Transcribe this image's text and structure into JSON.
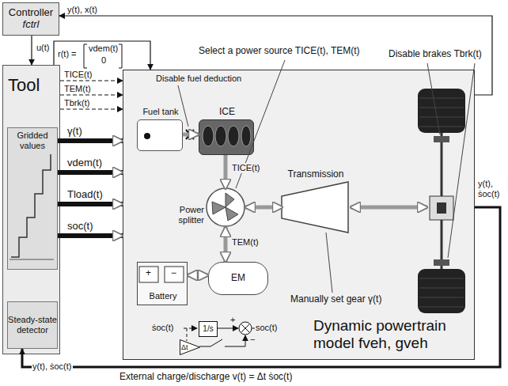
{
  "diagram": {
    "nodes": [
      {
        "text": [
          "Controller",
          "fctrl"
        ]
      },
      {
        "text": [
          "Tool"
        ]
      },
      {
        "text": [
          "Gridded values"
        ],
        "in": 1
      },
      {
        "text": [
          "Steady-state detector"
        ],
        "in": 1
      },
      {
        "text": [
          "Dynamic powertrain model fveh, gveh"
        ]
      },
      {
        "text": [
          "Fuel tank"
        ],
        "in": 4
      },
      {
        "text": [
          "ICE"
        ],
        "in": 4
      },
      {
        "text": [
          "Power splitter"
        ],
        "in": 4
      },
      {
        "text": [
          "Transmission"
        ],
        "in": 4
      },
      {
        "text": [
          "Battery"
        ],
        "in": 4
      },
      {
        "text": [
          "EM"
        ],
        "in": 4
      },
      {
        "text": [
          "1/s"
        ],
        "in": 4
      },
      {
        "text": [
          "Δt"
        ],
        "in": 4
      }
    ],
    "edges": [
      {
        "from": 0,
        "to": 1,
        "arrow": "to",
        "label": "u(t)"
      },
      {
        "from": 1,
        "to": 4,
        "arrow": "to",
        "label": "r(t) ="
      },
      {
        "from": 4,
        "to": 0,
        "arrow": "to",
        "label": "y(t), x(t)"
      },
      {
        "from": 1,
        "to": 4,
        "arrow": "to",
        "label": "TICE(t)"
      },
      {
        "from": 1,
        "to": 4,
        "arrow": "to",
        "label": "TEM(t)"
      },
      {
        "from": 1,
        "to": 4,
        "arrow": "to",
        "label": "Tbrk(t)"
      },
      {
        "from": 2,
        "to": 4,
        "arrow": "to",
        "label": "γ(t)"
      },
      {
        "from": 2,
        "to": 4,
        "arrow": "to",
        "label": "vdem(t)"
      },
      {
        "from": 2,
        "to": 4,
        "arrow": "to",
        "label": "Tload(t)"
      },
      {
        "from": 2,
        "to": 4,
        "arrow": "to",
        "label": "soc(t)"
      },
      {
        "from": 4,
        "to": 3,
        "arrow": "to",
        "label": "y(t), ṡoc(t)"
      },
      {
        "from": 5,
        "to": 6,
        "arrow": "to"
      },
      {
        "from": 6,
        "to": 7,
        "arrow": "to",
        "label": "TICE(t)"
      },
      {
        "from": 10,
        "to": 7,
        "arrow": "both",
        "label": "TEM(t)"
      },
      {
        "from": 7,
        "to": 8,
        "arrow": "both"
      },
      {
        "from": 9,
        "to": 10,
        "arrow": "both"
      }
    ],
    "labels": [
      "vdem(t)",
      "0",
      "Select a power source TICE(t), TEM(t)",
      "Disable fuel deduction",
      "Disable brakes Tbrk(t)",
      "Manually set gear γ(t)",
      "External charge/discharge v(t) = Δt ṡoc(t)",
      "ṡoc(t)",
      "soc(t)",
      "+",
      "−",
      "+",
      "−",
      "y(t), ṡoc(t)"
    ]
  }
}
